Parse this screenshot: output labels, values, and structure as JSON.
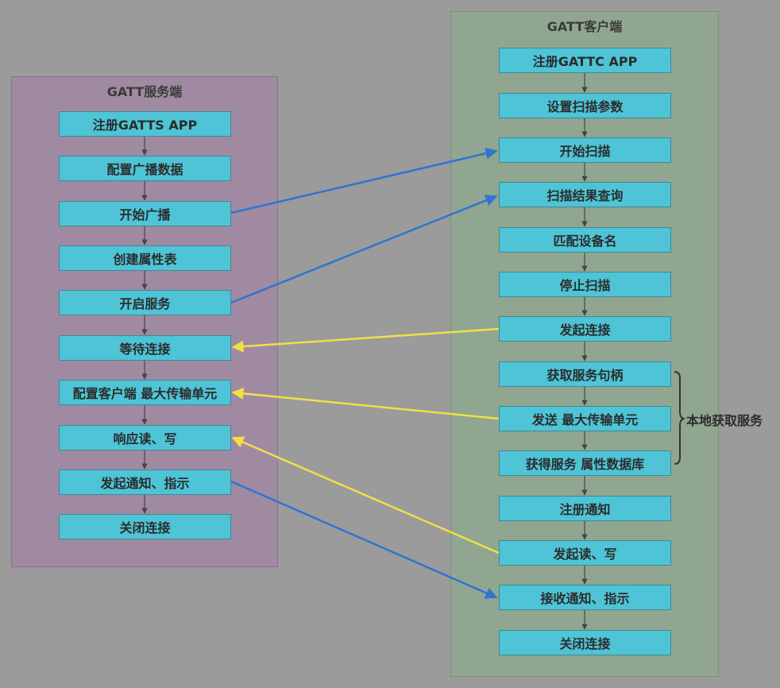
{
  "server": {
    "title": "GATT服务端",
    "steps": [
      "注册GATTS APP",
      "配置广播数据",
      "开始广播",
      "创建属性表",
      "开启服务",
      "等待连接",
      "配置客户端 最大传输单元",
      "响应读、写",
      "发起通知、指示",
      "关闭连接"
    ]
  },
  "client": {
    "title": "GATT客户端",
    "steps": [
      "注册GATTC APP",
      "设置扫描参数",
      "开始扫描",
      "扫描结果查询",
      "匹配设备名",
      "停止扫描",
      "发起连接",
      "获取服务句柄",
      "发送 最大传输单元",
      "获得服务 属性数据库",
      "注册通知",
      "发起读、写",
      "接收通知、指示",
      "关闭连接"
    ],
    "group_label": "本地获取服务"
  },
  "colors": {
    "blue_arrow": "#2f74d0",
    "yellow_arrow": "#f2df45",
    "box_fill": "#4ec4d6",
    "server_panel": "#a08aa2",
    "client_panel": "#90a690"
  }
}
